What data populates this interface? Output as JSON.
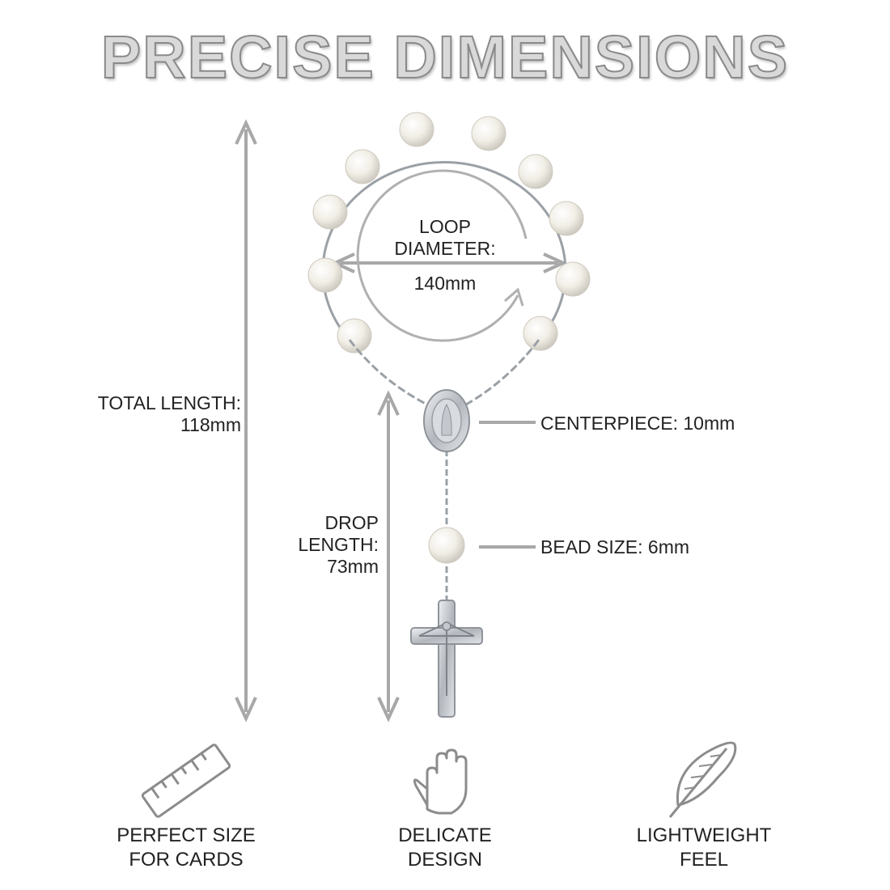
{
  "heading": "PRECISE DIMENSIONS",
  "loop": {
    "line1": "LOOP",
    "line2": "DIAMETER:",
    "value": "140mm"
  },
  "total_length": {
    "line1": "TOTAL LENGTH:",
    "value": "118mm"
  },
  "drop_length": {
    "line1": "DROP",
    "line2": "LENGTH:",
    "value": "73mm"
  },
  "centerpiece": {
    "label": "CENTERPIECE: 10mm"
  },
  "bead_size": {
    "label": "BEAD SIZE: 6mm"
  },
  "features": [
    {
      "icon": "ruler-icon",
      "line1": "PERFECT SIZE",
      "line2": "FOR CARDS"
    },
    {
      "icon": "hand-icon",
      "line1": "DELICATE",
      "line2": "DESIGN"
    },
    {
      "icon": "feather-icon",
      "line1": "LIGHTWEIGHT",
      "line2": "FEEL"
    }
  ],
  "colors": {
    "arrow": "#9a9a9a",
    "text": "#222222",
    "silver": "#b8bcc2",
    "pearl": "#f4f1ea"
  }
}
